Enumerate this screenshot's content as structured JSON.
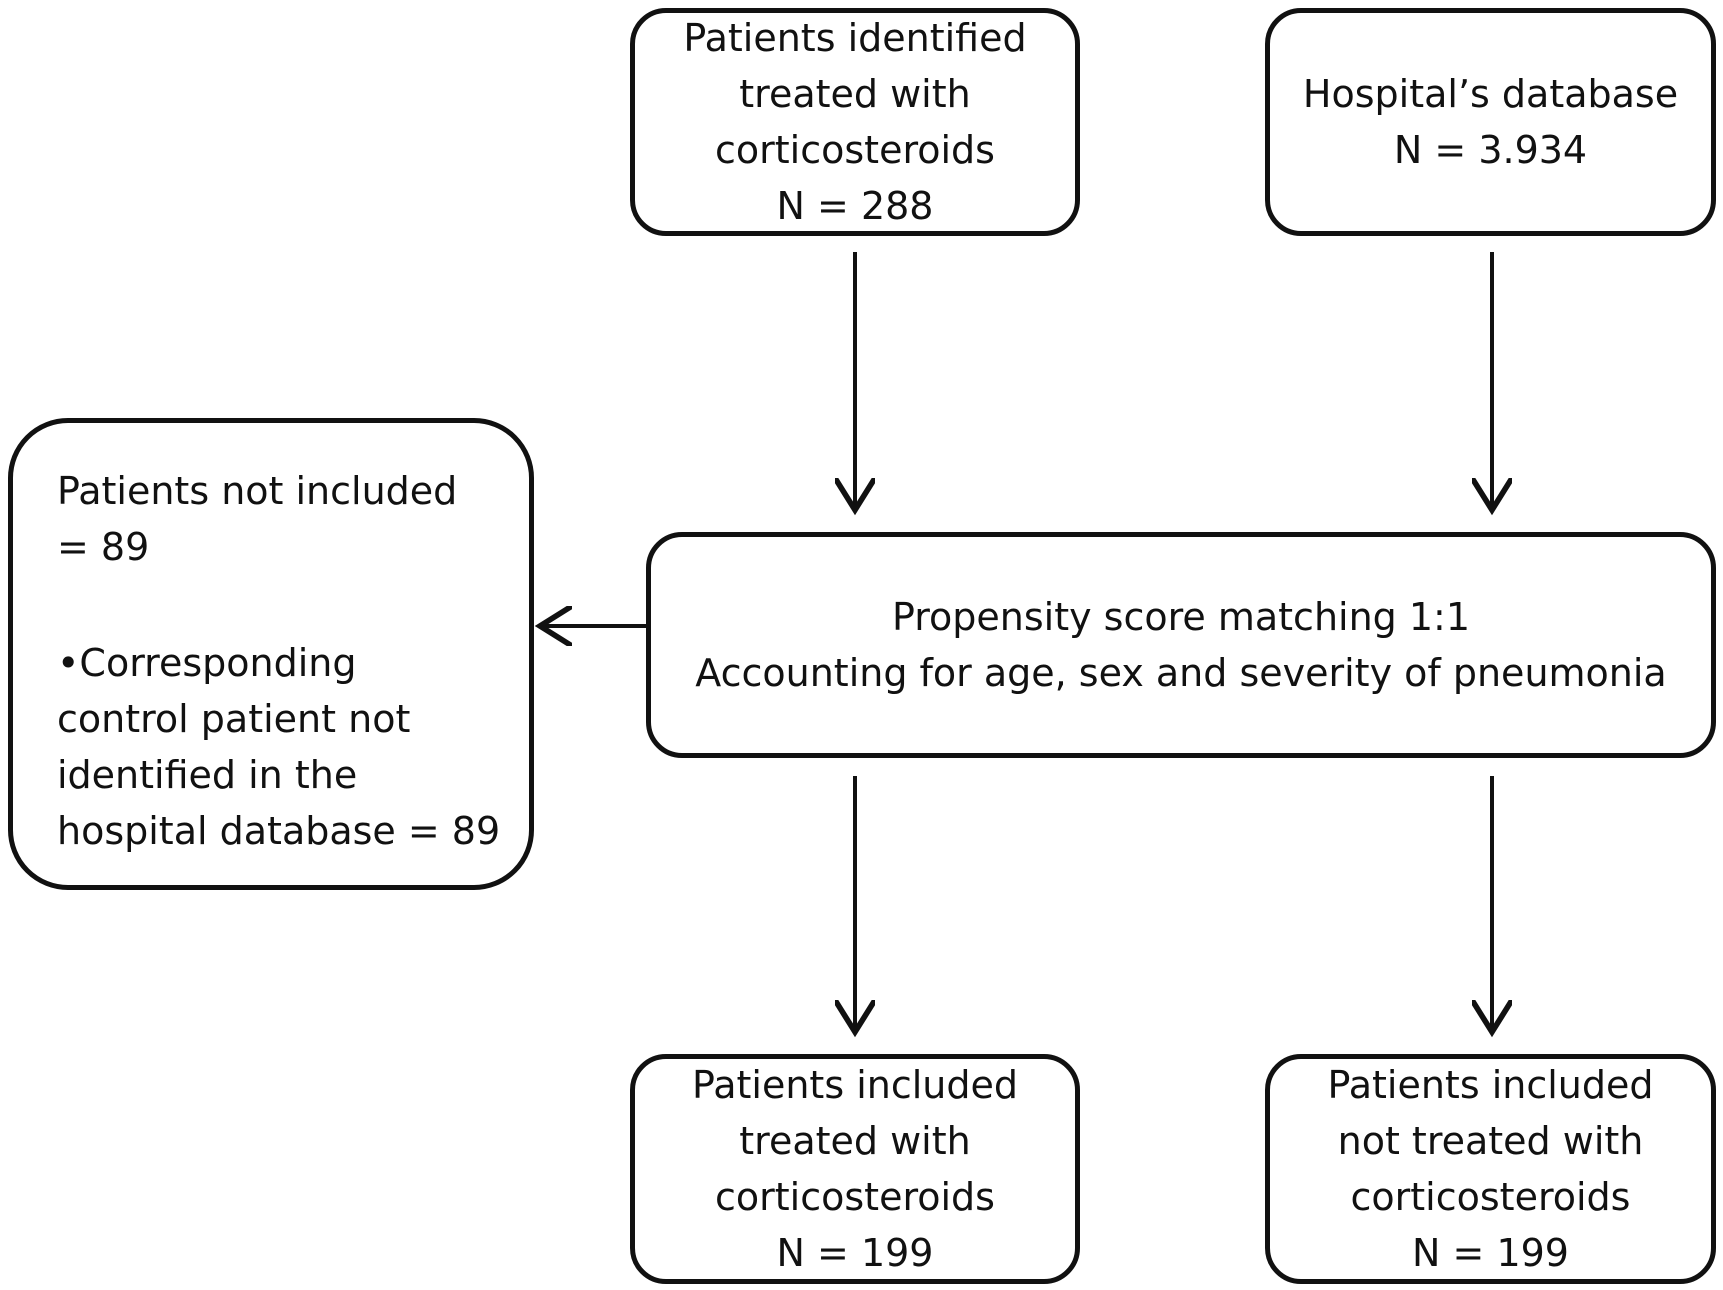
{
  "flowchart": {
    "treated_identified": {
      "lines": [
        "Patients identified",
        "treated with",
        "corticosteroids",
        "N = 288"
      ]
    },
    "hospital_database": {
      "lines": [
        "Hospital’s database",
        "N = 3.934"
      ]
    },
    "not_included": {
      "lines_top": [
        "Patients  not included",
        "= 89"
      ],
      "lines_bottom": [
        "•Corresponding",
        "control patient not",
        "identified in the",
        "hospital database = 89"
      ]
    },
    "matching": {
      "lines": [
        "Propensity score matching 1:1",
        "Accounting for age, sex and severity of pneumonia"
      ]
    },
    "included_treated": {
      "lines": [
        "Patients included",
        "treated with",
        "corticosteroids",
        "N = 199"
      ]
    },
    "included_not_treated": {
      "lines": [
        "Patients included",
        "not treated with",
        "corticosteroids",
        "N = 199"
      ]
    }
  }
}
